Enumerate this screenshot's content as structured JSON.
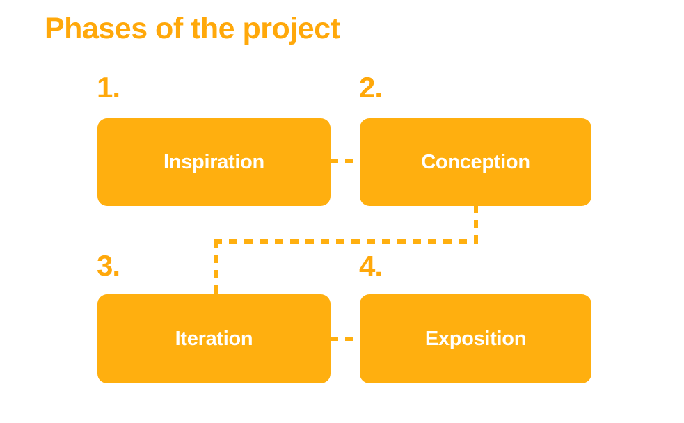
{
  "title": "Phases of the project",
  "colors": {
    "background": "#ffffff",
    "accent": "#ffaf0f",
    "title": "#ffa80a",
    "box_fill": "#ffaf0f",
    "box_label": "#ffffff"
  },
  "phases": [
    {
      "number": "1.",
      "label": "Inspiration"
    },
    {
      "number": "2.",
      "label": "Conception"
    },
    {
      "number": "3.",
      "label": "Iteration"
    },
    {
      "number": "4.",
      "label": "Exposition"
    }
  ],
  "connectors": [
    {
      "name": "inspiration-to-conception",
      "style": "dashed",
      "orientation": "horizontal"
    },
    {
      "name": "conception-down",
      "style": "dashed",
      "orientation": "vertical"
    },
    {
      "name": "conception-to-iteration",
      "style": "dashed",
      "orientation": "horizontal"
    },
    {
      "name": "iteration-up",
      "style": "dashed",
      "orientation": "vertical"
    },
    {
      "name": "iteration-to-exposition",
      "style": "dashed",
      "orientation": "horizontal"
    }
  ]
}
